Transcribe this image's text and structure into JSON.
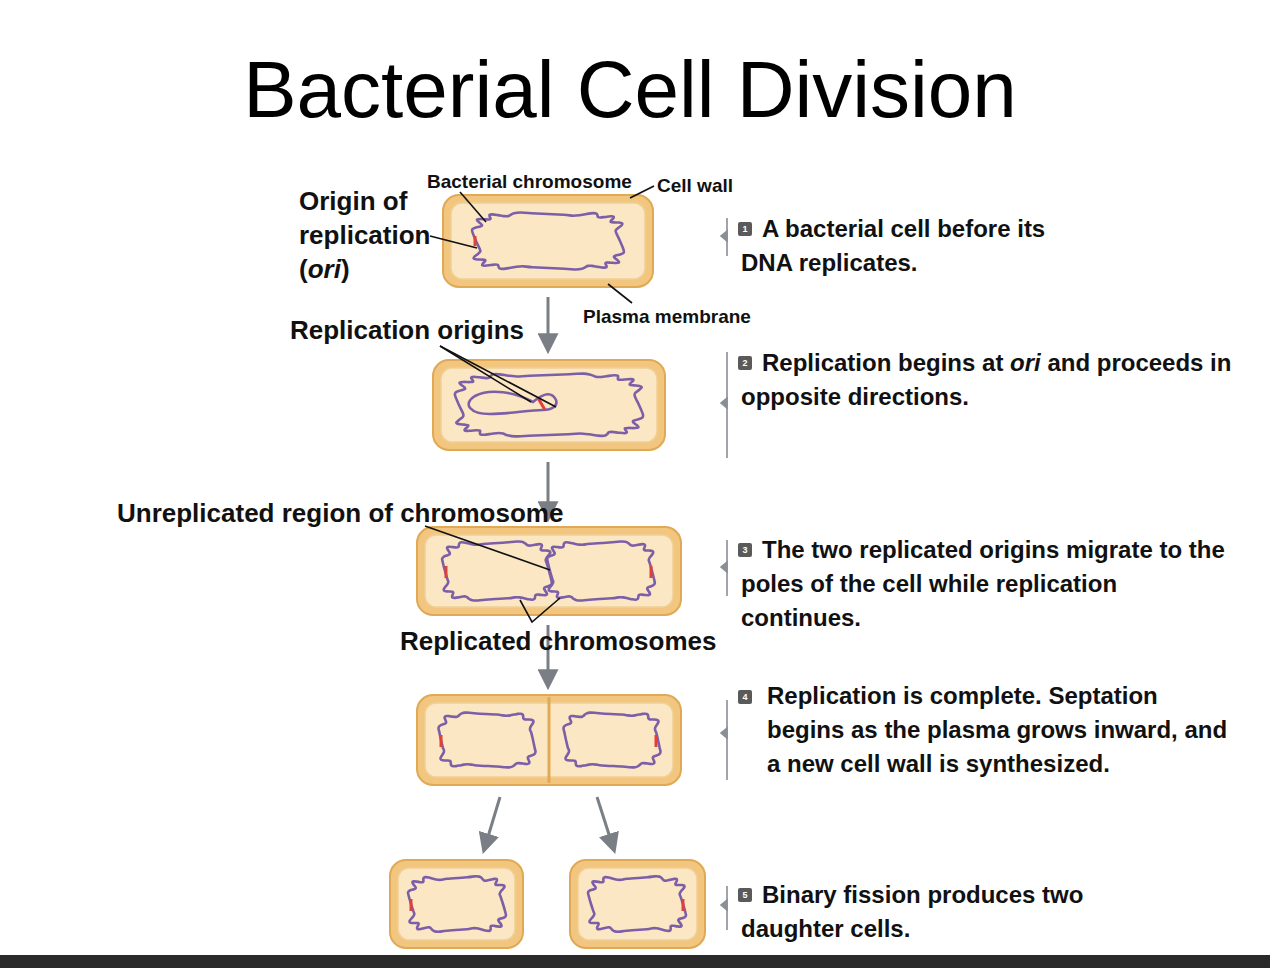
{
  "diagram": {
    "title": "Bacterial Cell Division",
    "labels": [
      "Bacterial chromosome",
      "Cell wall",
      "Origin of replication (ori)",
      "Plasma membrane",
      "1",
      "A bacterial cell before its DNA replicates.",
      "Replication origins",
      "2",
      "Replication begins at ori and proceeds in opposite directions.",
      "Unreplicated region of chromosome",
      "3",
      "The two replicated origins migrate to the poles of the cell while replication continues.",
      "Replicated chromosomes",
      "4",
      "Replication is complete. Septation begins as the plasma grows inward, and a new cell wall is synthesized.",
      "5",
      "Binary fission produces two daughter cells."
    ]
  }
}
